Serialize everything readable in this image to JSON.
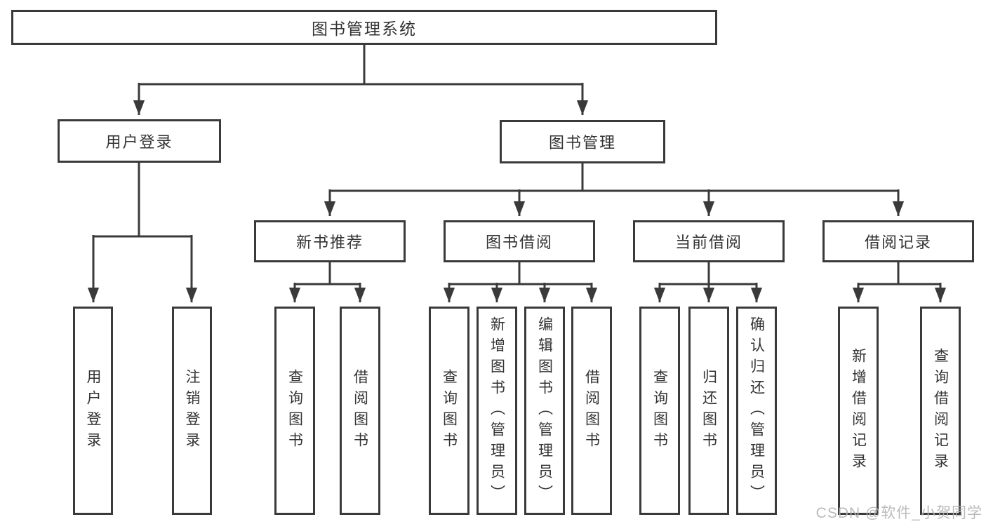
{
  "title": "图书管理系统",
  "tree": {
    "label": "图书管理系统",
    "children": [
      {
        "label": "用户登录",
        "children": [
          {
            "label": "用户登录"
          },
          {
            "label": "注销登录"
          }
        ]
      },
      {
        "label": "图书管理",
        "children": [
          {
            "label": "新书推荐",
            "children": [
              {
                "label": "查询图书"
              },
              {
                "label": "借阅图书"
              }
            ]
          },
          {
            "label": "图书借阅",
            "children": [
              {
                "label": "查询图书"
              },
              {
                "label": "新增图书（管理员）"
              },
              {
                "label": "编辑图书（管理员）"
              },
              {
                "label": "借阅图书"
              }
            ]
          },
          {
            "label": "当前借阅",
            "children": [
              {
                "label": "查询图书"
              },
              {
                "label": "归还图书"
              },
              {
                "label": "确认归还（管理员）"
              }
            ]
          },
          {
            "label": "借阅记录",
            "children": [
              {
                "label": "新增借阅记录"
              },
              {
                "label": "查询借阅记录"
              }
            ]
          }
        ]
      }
    ]
  },
  "watermark": "CSDN @软件_小贺同学",
  "colors": {
    "line": "#3a3a3a",
    "box_border": "#3a3a3a",
    "box_fill": "#ffffff",
    "text": "#333333",
    "watermark": "#b3b3b3"
  }
}
